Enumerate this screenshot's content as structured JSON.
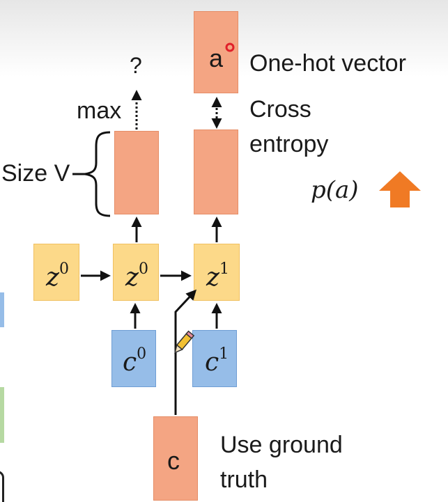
{
  "labels": {
    "question": "?",
    "max": "max",
    "size_v": "Size V",
    "cross": "Cross",
    "entropy": "entropy",
    "one_hot": "One-hot vector",
    "use": "Use ground",
    "truth": "truth"
  },
  "nodes": {
    "a_vec": "a",
    "c_input": "c",
    "z0_left_base": "z",
    "z0_left_sup": "0",
    "z0_mid_base": "z",
    "z0_mid_sup": "0",
    "z1_base": "z",
    "z1_sup": "1",
    "c0_base": "c",
    "c0_sup": "0",
    "c1_base": "c",
    "c1_sup": "1"
  },
  "math": {
    "p_a": "p(a)"
  },
  "colors": {
    "output": "#f4a583",
    "hidden": "#fcd989",
    "context": "#96bde8",
    "arrow_up": "#f07a24",
    "cursor_dot": "#e0202a"
  },
  "icons": {
    "up_arrow": "up-arrow-icon",
    "pencil": "pencil-cursor-icon",
    "brace": "curly-brace-icon"
  }
}
